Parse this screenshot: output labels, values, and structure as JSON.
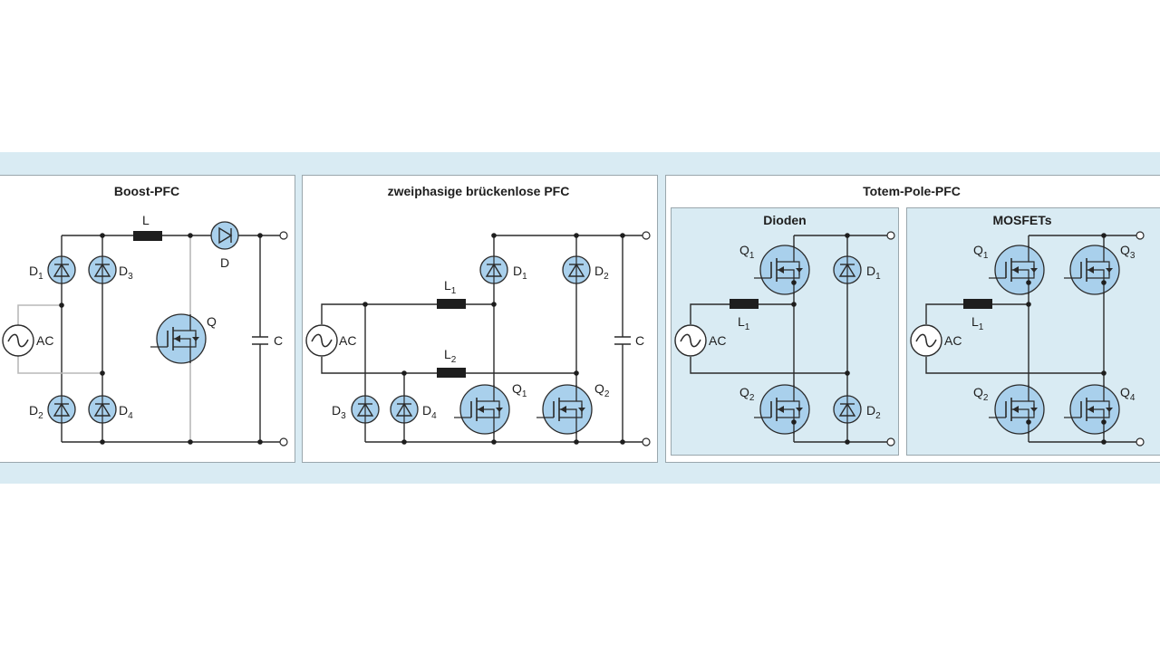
{
  "colors": {
    "band": "#d9ebf3",
    "panel": "#ffffff",
    "device_fill": "#a9d0ec",
    "wire": "#2a2a2a",
    "inner_panel": "#d9ebf3"
  },
  "panels": {
    "boost": {
      "title": "Boost-PFC",
      "labels": {
        "L": "L",
        "D": "D",
        "Q": "Q",
        "C": "C",
        "AC": "AC",
        "D1": "D",
        "D1_sub": "1",
        "D3": "D",
        "D3_sub": "3",
        "D2": "D",
        "D2_sub": "2",
        "D4": "D",
        "D4_sub": "4"
      }
    },
    "bridgeless": {
      "title": "zweiphasige brückenlose PFC",
      "labels": {
        "L1": "L",
        "L1_sub": "1",
        "L2": "L",
        "L2_sub": "2",
        "D1": "D",
        "D1_sub": "1",
        "D2": "D",
        "D2_sub": "2",
        "D3": "D",
        "D3_sub": "3",
        "D4": "D",
        "D4_sub": "4",
        "Q1": "Q",
        "Q1_sub": "1",
        "Q2": "Q",
        "Q2_sub": "2",
        "C": "C",
        "AC": "AC"
      }
    },
    "totem": {
      "title": "Totem-Pole-PFC",
      "dioden": {
        "title": "Dioden",
        "labels": {
          "Q1": "Q",
          "Q1_sub": "1",
          "Q2": "Q",
          "Q2_sub": "2",
          "D1": "D",
          "D1_sub": "1",
          "D2": "D",
          "D2_sub": "2",
          "L1": "L",
          "L1_sub": "1",
          "AC": "AC"
        }
      },
      "mosfets": {
        "title": "MOSFETs",
        "labels": {
          "Q1": "Q",
          "Q1_sub": "1",
          "Q2": "Q",
          "Q2_sub": "2",
          "Q3": "Q",
          "Q3_sub": "3",
          "Q4": "Q",
          "Q4_sub": "4",
          "L1": "L",
          "L1_sub": "1",
          "AC": "AC"
        }
      }
    }
  }
}
